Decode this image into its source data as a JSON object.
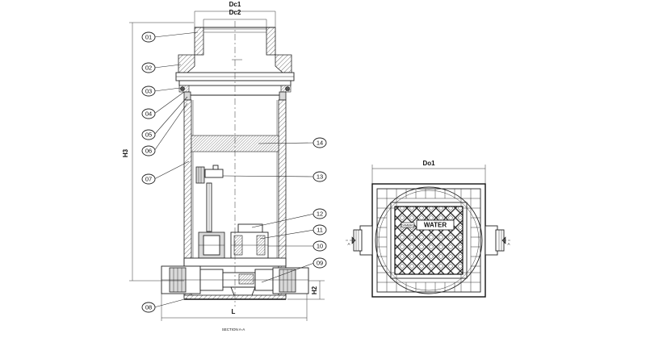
{
  "callouts": [
    {
      "label": "01"
    },
    {
      "label": "02"
    },
    {
      "label": "03"
    },
    {
      "label": "04"
    },
    {
      "label": "05"
    },
    {
      "label": "06"
    },
    {
      "label": "07"
    },
    {
      "label": "08"
    },
    {
      "label": "09"
    },
    {
      "label": "10"
    },
    {
      "label": "11"
    },
    {
      "label": "12"
    },
    {
      "label": "13"
    },
    {
      "label": "14"
    }
  ],
  "dimensions": {
    "dc1": "Dc1",
    "dc2": "Dc2",
    "h3": "H3",
    "h2": "H2",
    "l": "L",
    "do1": "Do1"
  },
  "section_marks": {
    "left": "A",
    "right": "A"
  },
  "caption": "SECTION A-A",
  "lid": {
    "logo": "WATER",
    "brand": "CAMBRO"
  },
  "colors": {
    "line": "#222222",
    "background": "#ffffff",
    "fill_grey": "#d9d9d9"
  }
}
